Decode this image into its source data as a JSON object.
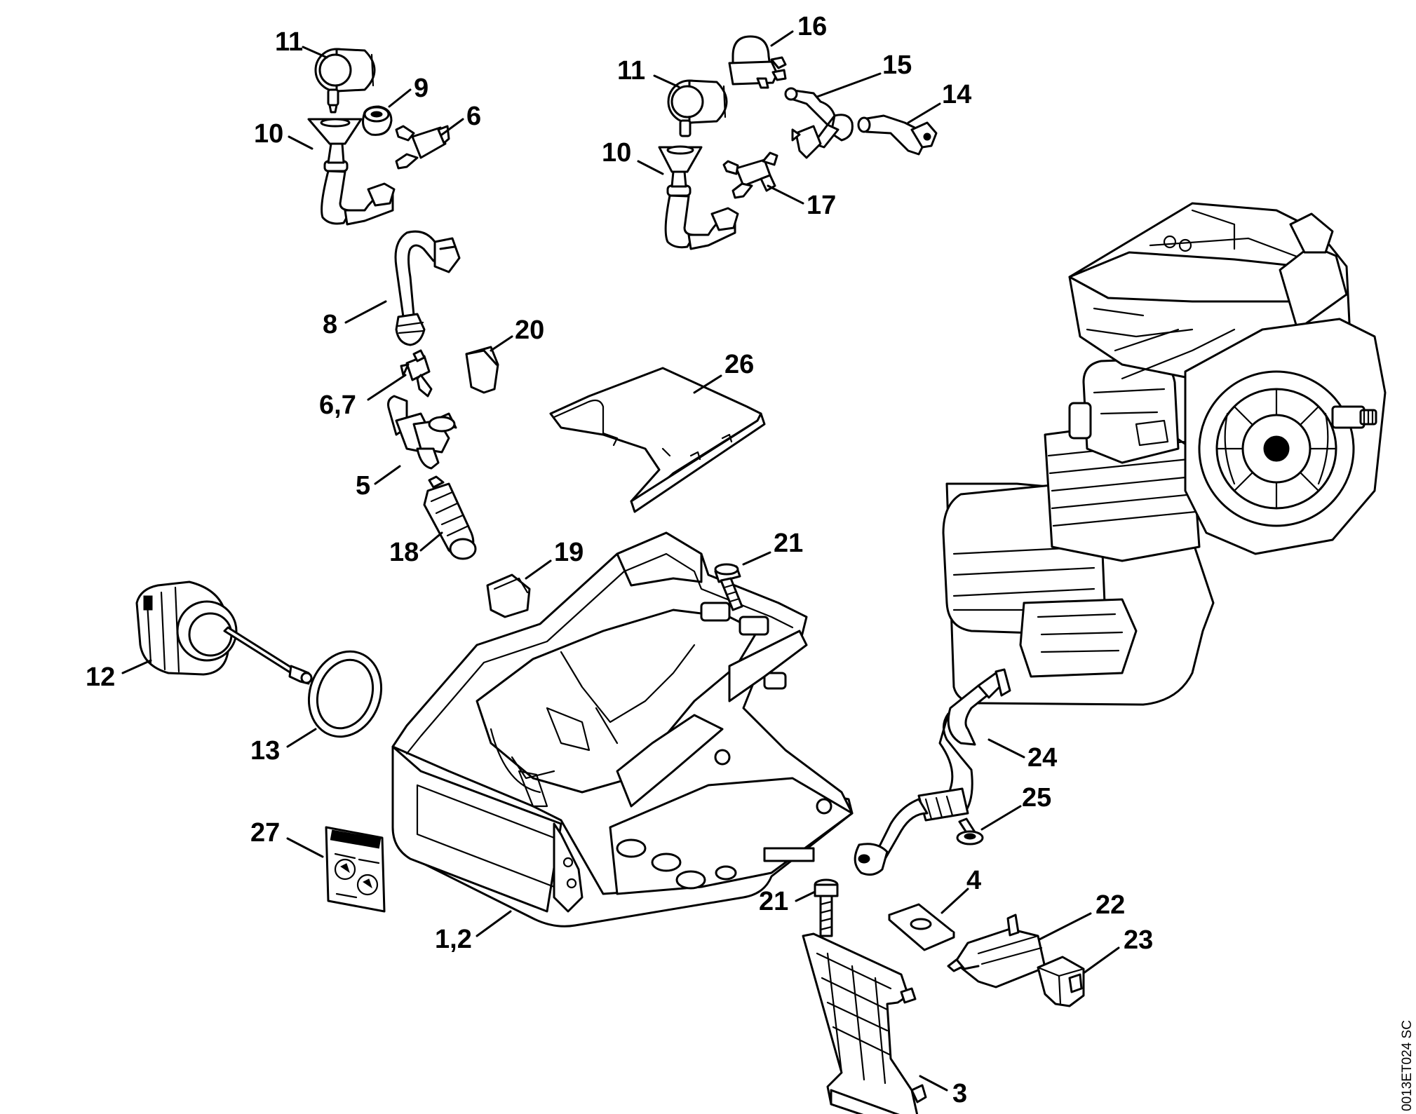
{
  "document_id": "0013ET024 SC",
  "callouts": [
    {
      "id": "c11a",
      "text": "11"
    },
    {
      "id": "c9",
      "text": "9"
    },
    {
      "id": "c10a",
      "text": "10"
    },
    {
      "id": "c6",
      "text": "6"
    },
    {
      "id": "c16",
      "text": "16"
    },
    {
      "id": "c11b",
      "text": "11"
    },
    {
      "id": "c15",
      "text": "15"
    },
    {
      "id": "c14",
      "text": "14"
    },
    {
      "id": "c10b",
      "text": "10"
    },
    {
      "id": "c17",
      "text": "17"
    },
    {
      "id": "c8",
      "text": "8"
    },
    {
      "id": "c20",
      "text": "20"
    },
    {
      "id": "c26",
      "text": "26"
    },
    {
      "id": "c67",
      "text": "6,7"
    },
    {
      "id": "c5",
      "text": "5"
    },
    {
      "id": "c18",
      "text": "18"
    },
    {
      "id": "c19",
      "text": "19"
    },
    {
      "id": "c21a",
      "text": "21"
    },
    {
      "id": "c12",
      "text": "12"
    },
    {
      "id": "c13",
      "text": "13"
    },
    {
      "id": "c24",
      "text": "24"
    },
    {
      "id": "c25",
      "text": "25"
    },
    {
      "id": "c27",
      "text": "27"
    },
    {
      "id": "c21b",
      "text": "21"
    },
    {
      "id": "c4",
      "text": "4"
    },
    {
      "id": "c22",
      "text": "22"
    },
    {
      "id": "c23",
      "text": "23"
    },
    {
      "id": "c12b",
      "text": "1,2"
    },
    {
      "id": "c3",
      "text": "3"
    }
  ]
}
